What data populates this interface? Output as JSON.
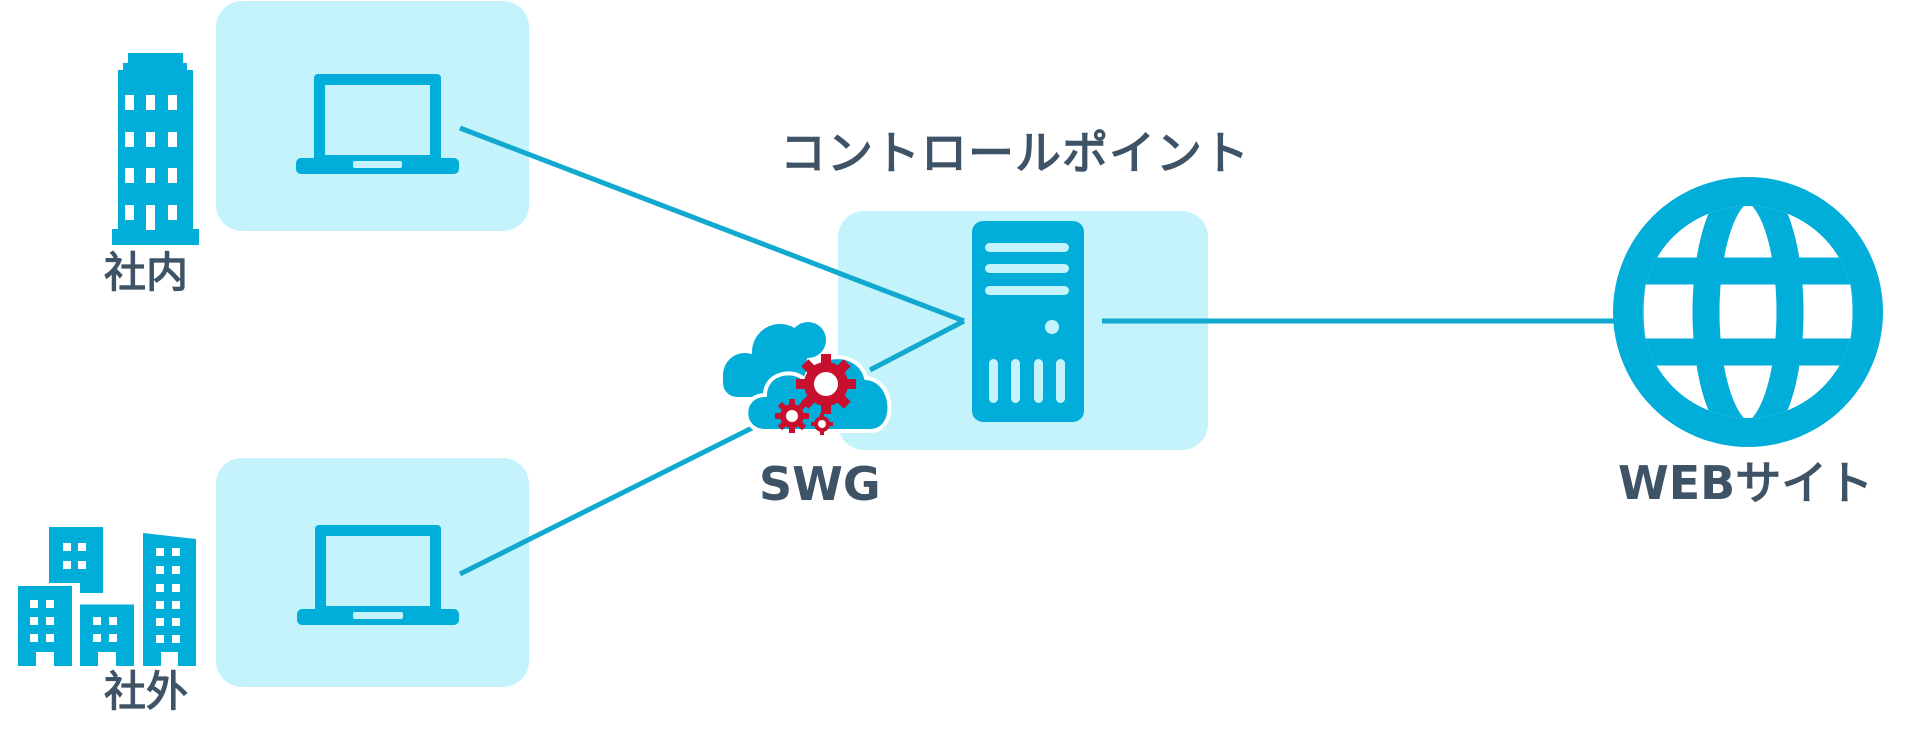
{
  "diagram": {
    "title": "コントロールポイント",
    "nodes": {
      "office": {
        "label": "社内",
        "icon": "office-building-icon"
      },
      "outside": {
        "label": "社外",
        "icon": "city-buildings-icon"
      },
      "office_device": {
        "icon": "laptop-icon"
      },
      "outside_device": {
        "icon": "laptop-icon"
      },
      "swg": {
        "label": "SWG",
        "icon": "cloud-gears-icon"
      },
      "control_point": {
        "label": "コントロールポイント",
        "icon": "server-tower-icon"
      },
      "website": {
        "label": "WEBサイト",
        "icon": "globe-icon"
      }
    },
    "edges": [
      {
        "from": "office_device",
        "to": "control_point"
      },
      {
        "from": "outside_device",
        "to": "swg"
      },
      {
        "from": "swg",
        "to": "control_point"
      },
      {
        "from": "control_point",
        "to": "website"
      }
    ],
    "colors": {
      "icon_blue": "#00aed9",
      "zone_fill": "#c4f3fc",
      "label_text": "#3e5366",
      "gear_red": "#c8102e",
      "line": "#11a9cf"
    }
  }
}
